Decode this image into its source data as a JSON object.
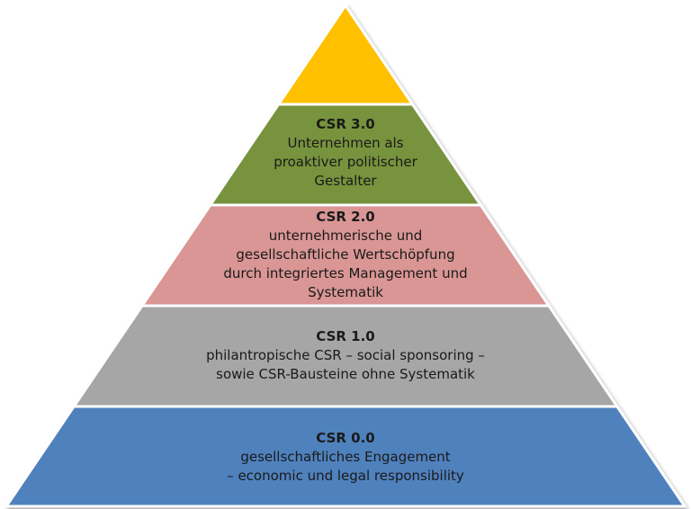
{
  "diagram": {
    "layers": [
      {
        "id": "apex",
        "color": "#ffc000",
        "title": "",
        "lines": []
      },
      {
        "id": "csr-3",
        "color": "#77933c",
        "title": "CSR  3.0",
        "lines": [
          "Unternehmen als",
          "proaktiver politischer",
          "Gestalter"
        ]
      },
      {
        "id": "csr-2",
        "color": "#d99694",
        "title": "CSR 2.0",
        "lines": [
          "unternehmerische und",
          "gesellschaftliche Wertschöpfung",
          "durch integriertes Management und",
          "Systematik"
        ]
      },
      {
        "id": "csr-1",
        "color": "#a6a6a6",
        "title": "CSR 1.0",
        "lines": [
          "philantropische CSR – social sponsoring –",
          "sowie CSR-Bausteine ohne Systematik"
        ]
      },
      {
        "id": "csr-0",
        "color": "#4f81bd",
        "title": "CSR 0.0",
        "lines": [
          "gesellschaftliches Engagement",
          "– economic und legal responsibility"
        ]
      }
    ]
  }
}
